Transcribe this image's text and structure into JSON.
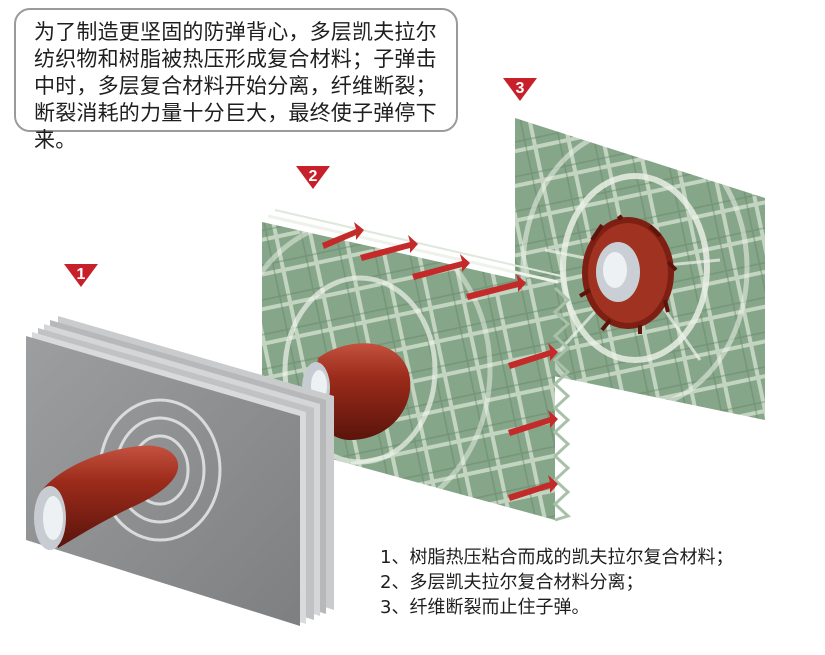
{
  "callout": {
    "text": "为了制造更坚固的防弹背心，多层凯夫拉尔纺织物和树脂被热压形成复合材料；子弹击中时，多层复合材料开始分离，纤维断裂；断裂消耗的力量十分巨大，最终使子弹停下来。"
  },
  "steps": [
    {
      "marker": "1"
    },
    {
      "marker": "2"
    },
    {
      "marker": "3"
    }
  ],
  "notes": [
    "1、树脂热压粘合而成的凯夫拉尔复合材料；",
    "2、多层凯夫拉尔复合材料分离；",
    "3、纤维断裂而止住子弹。"
  ],
  "colors": {
    "marker_red": "#c8202a",
    "panel_gray": "#8f9193",
    "fabric_green": "#8fae92",
    "bullet_red": "#8e2417",
    "arrow_red": "#c42a2a"
  }
}
